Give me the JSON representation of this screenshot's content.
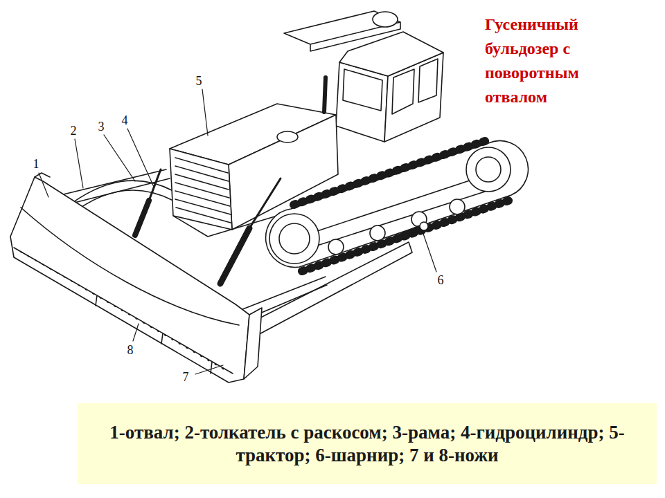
{
  "diagram": {
    "title": "Гусеничный бульдозер с поворотным отвалом",
    "caption": "1-отвал; 2-толкатель с раскосом; 3-рама; 4-гидроцилиндр; 5-трактор; 6-шарнир; 7 и 8-ножи",
    "labels": [
      "1",
      "2",
      "3",
      "4",
      "5",
      "6",
      "7",
      "8"
    ]
  }
}
